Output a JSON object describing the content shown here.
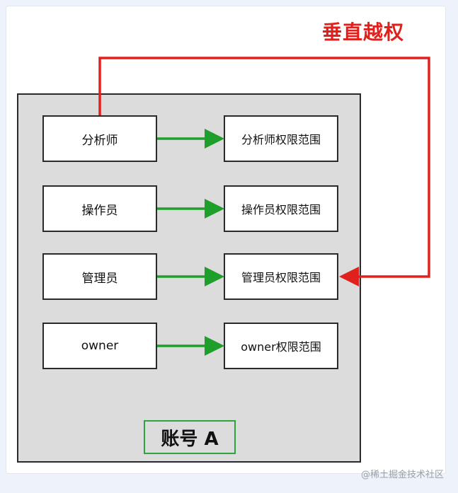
{
  "title": "垂直越权",
  "account_label": "账号 A",
  "watermark": "@稀土掘金技术社区",
  "roles": [
    "分析师",
    "操作员",
    "管理员",
    "owner"
  ],
  "scopes": [
    "分析师权限范围",
    "操作员权限范围",
    "管理员权限范围",
    "owner权限范围"
  ],
  "colors": {
    "escalation": "#e0201c",
    "mapping": "#1e9e2b",
    "label_border": "#2fa33d"
  }
}
